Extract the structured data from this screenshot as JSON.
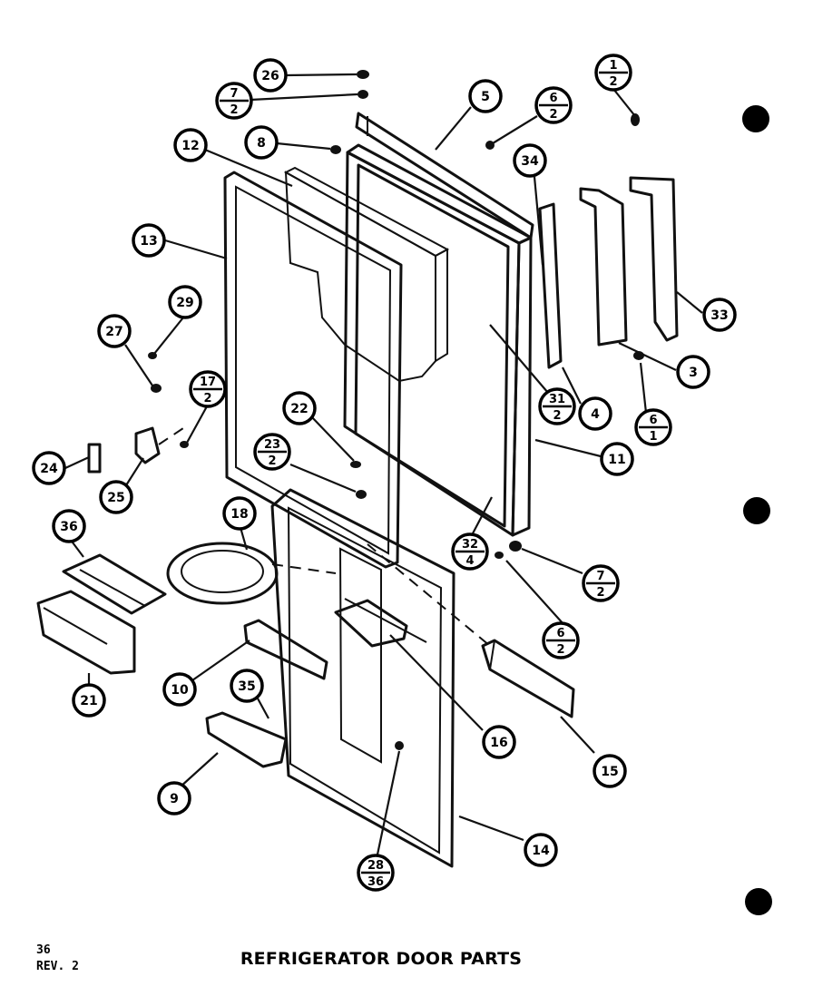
{
  "title": "REFRIGERATOR DOOR PARTS",
  "page_number": "36",
  "revision": "REV. 2",
  "callouts": [
    {
      "id": "c26",
      "label": "26"
    },
    {
      "id": "c7-2-top",
      "label": "7",
      "sub": "2"
    },
    {
      "id": "c8",
      "label": "8"
    },
    {
      "id": "c12",
      "label": "12"
    },
    {
      "id": "c5",
      "label": "5"
    },
    {
      "id": "c6-2-top",
      "label": "6",
      "sub": "2"
    },
    {
      "id": "c34",
      "label": "34"
    },
    {
      "id": "c1-2",
      "label": "1",
      "sub": "2"
    },
    {
      "id": "c13",
      "label": "13"
    },
    {
      "id": "c29",
      "label": "29"
    },
    {
      "id": "c27",
      "label": "27"
    },
    {
      "id": "c17-2",
      "label": "17",
      "sub": "2"
    },
    {
      "id": "c33",
      "label": "33"
    },
    {
      "id": "c3",
      "label": "3"
    },
    {
      "id": "c31-2",
      "label": "31",
      "sub": "2"
    },
    {
      "id": "c4",
      "label": "4"
    },
    {
      "id": "c6-1",
      "label": "6",
      "sub": "1"
    },
    {
      "id": "c22",
      "label": "22"
    },
    {
      "id": "c23-2",
      "label": "23",
      "sub": "2"
    },
    {
      "id": "c11",
      "label": "11"
    },
    {
      "id": "c24",
      "label": "24"
    },
    {
      "id": "c25",
      "label": "25"
    },
    {
      "id": "c18",
      "label": "18"
    },
    {
      "id": "c36",
      "label": "36"
    },
    {
      "id": "c32-4",
      "label": "32",
      "sub": "4"
    },
    {
      "id": "c7-2-bot",
      "label": "7",
      "sub": "2"
    },
    {
      "id": "c6-2-bot",
      "label": "6",
      "sub": "2"
    },
    {
      "id": "c10",
      "label": "10"
    },
    {
      "id": "c35",
      "label": "35"
    },
    {
      "id": "c21",
      "label": "21"
    },
    {
      "id": "c16",
      "label": "16"
    },
    {
      "id": "c15",
      "label": "15"
    },
    {
      "id": "c9",
      "label": "9"
    },
    {
      "id": "c14",
      "label": "14"
    },
    {
      "id": "c28-36",
      "label": "28",
      "sub": "36"
    }
  ]
}
